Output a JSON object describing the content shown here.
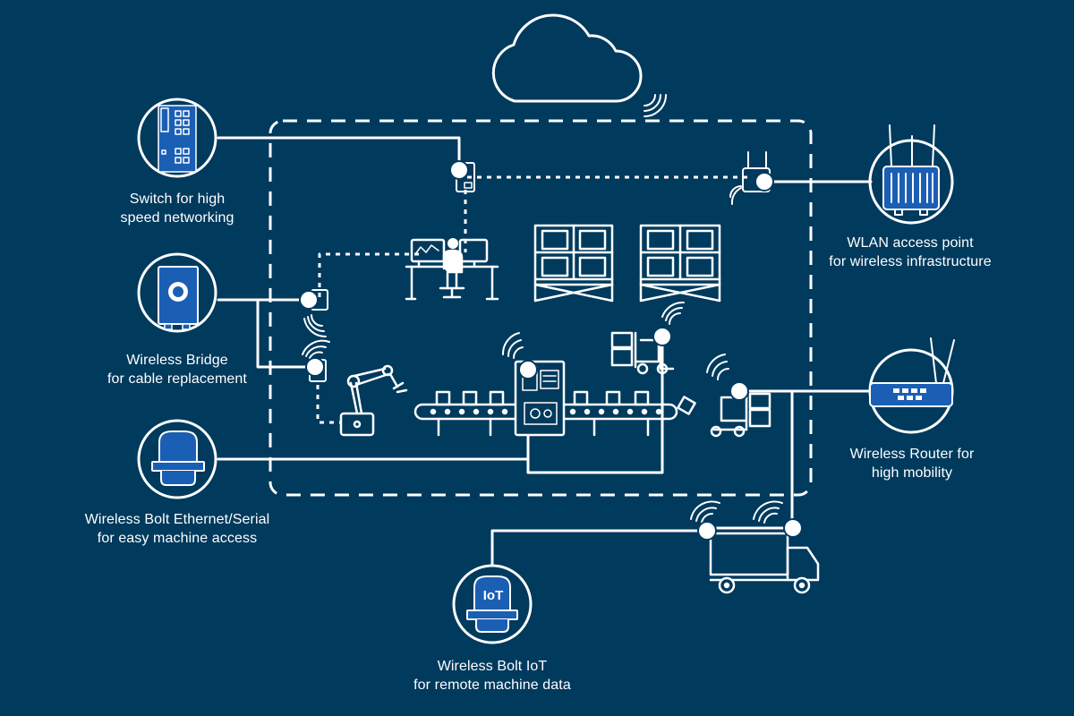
{
  "colors": {
    "background": "#003a5d",
    "line": "#ffffff",
    "device_blue": "#1a5fb4"
  },
  "devices": {
    "switch": {
      "icon": "network-switch-icon",
      "line1": "Switch for high",
      "line2": "speed networking"
    },
    "wireless_bridge": {
      "icon": "wireless-bridge-icon",
      "line1": "Wireless Bridge",
      "line2": "for cable replacement"
    },
    "bolt_ethernet": {
      "icon": "bolt-ethernet-icon",
      "line1": "Wireless Bolt Ethernet/Serial",
      "line2": "for easy machine access"
    },
    "bolt_iot": {
      "icon": "bolt-iot-icon",
      "badge": "IoT",
      "line1": "Wireless Bolt IoT",
      "line2": "for remote machine data"
    },
    "wlan_ap": {
      "icon": "access-point-icon",
      "line1": "WLAN access point",
      "line2": "for wireless infrastructure"
    },
    "router": {
      "icon": "wireless-router-icon",
      "line1": "Wireless Router for",
      "line2": "high mobility"
    }
  },
  "scene_icons": [
    "cloud-icon",
    "operator-workstation-icon",
    "storage-rack-icon",
    "robot-arm-icon",
    "conveyor-icon",
    "machine-cabinet-icon",
    "forklift-icon",
    "truck-icon",
    "wifi-signal-icon"
  ]
}
